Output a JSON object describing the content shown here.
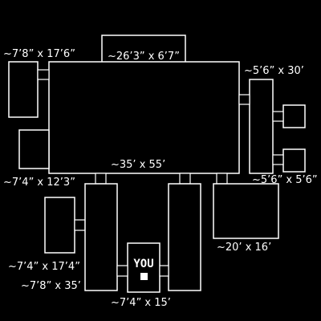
{
  "colors": {
    "background": "#000000",
    "foreground": "#ffffff"
  },
  "rooms": {
    "show_stage": {
      "label": "~26’3” x 6’7”"
    },
    "left_hall_top": {
      "label": "~7’8” x 17’6”"
    },
    "left_hall_bottom": {
      "label": "~7’4” x 12’3”"
    },
    "dining_area": {
      "label": "~35’ x 55’"
    },
    "right_hall": {
      "label": "~5’6” x 30’"
    },
    "restrooms": {
      "label": "~5’6” x 5’6”"
    },
    "kitchen": {
      "label": "~20’ x 16’"
    },
    "supply_closet": {
      "label": "~7’4” x 17’4”"
    },
    "west_hall": {
      "label": "~7’8” x 35’"
    },
    "office": {
      "label": "~7’4” x 15’"
    }
  },
  "player": {
    "label": "YOU",
    "marker_icon": "player-square-icon"
  }
}
